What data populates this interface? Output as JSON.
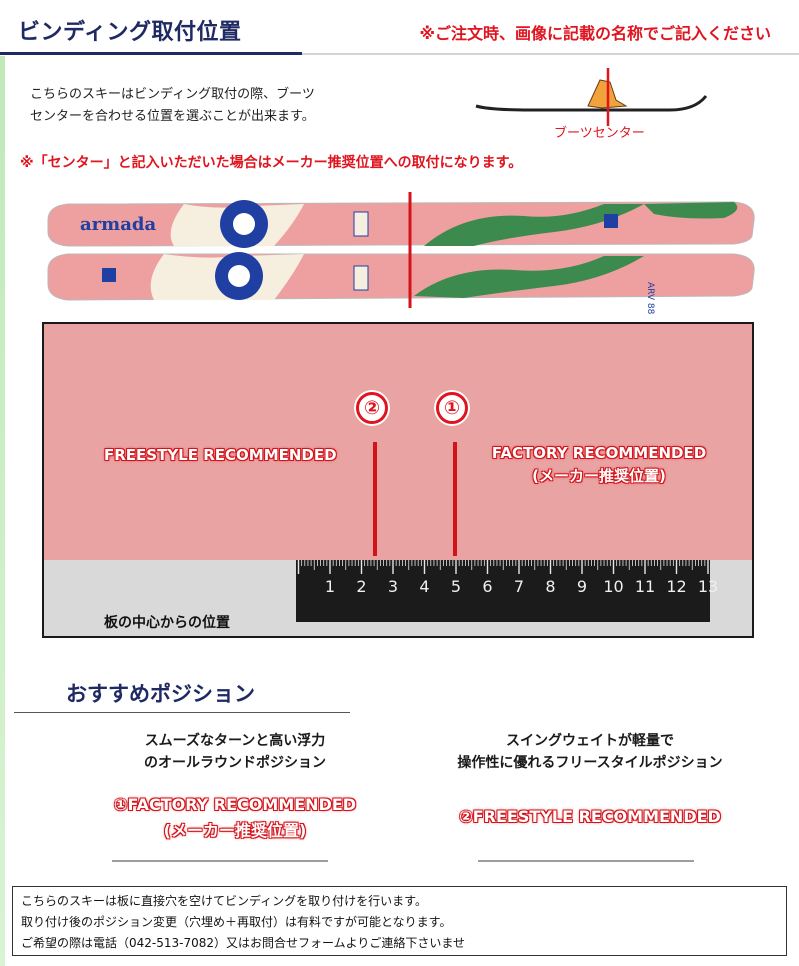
{
  "header": {
    "title": "ビンディング取付位置",
    "note": "※ご注文時、画像に記載の名称でご記入ください"
  },
  "intro": {
    "line1": "こちらのスキーはビンディング取付の際、ブーツ",
    "line2": "センターを合わせる位置を選ぶことが出来ます。",
    "mini_caption": "ブーツセンター"
  },
  "warning": "※「センター」と記入いただいた場合はメーカー推奨位置への取付になります。",
  "skis": {
    "brand": "armada",
    "tail_text": "ARV 88"
  },
  "ruler_panel": {
    "mark2": "②",
    "mark1": "①",
    "freestyle_label": "FREESTYLE RECOMMENDED",
    "factory_label": "FACTORY RECOMMENDED",
    "factory_sub": "(メーカー推奨位置)",
    "ruler_numbers": [
      "1",
      "2",
      "3",
      "4",
      "5",
      "6",
      "7",
      "8",
      "9",
      "10",
      "11",
      "12",
      "13"
    ],
    "caption": "板の中心からの位置"
  },
  "recommended": {
    "title": "おすすめポジション",
    "left": {
      "line1": "スムーズなターンと高い浮力",
      "line2": "のオールラウンドポジション",
      "rec1": "①FACTORY RECOMMENDED",
      "rec2": "(メーカー推奨位置)"
    },
    "right": {
      "line1": "スイングウェイトが軽量で",
      "line2": "操作性に優れるフリースタイルポジション",
      "rec1": "②FREESTYLE RECOMMENDED"
    }
  },
  "footer": {
    "line1": "こちらのスキーは板に直接穴を空けてビンディングを取り付けを行います。",
    "line2": "取り付け後のポジション変更（穴埋め＋再取付）は有料ですが可能となります。",
    "line3": "ご希望の際は電話（042-513-7082）又はお問合せフォームよりご連絡下さいませ"
  },
  "colors": {
    "accent_red": "#e0141e",
    "navy": "#1f2a64",
    "ski_pink": "#e9a3a3",
    "ski_green": "#3d8a4f",
    "ski_blue": "#1f3fa3",
    "rail_green": "#bde9b6"
  }
}
